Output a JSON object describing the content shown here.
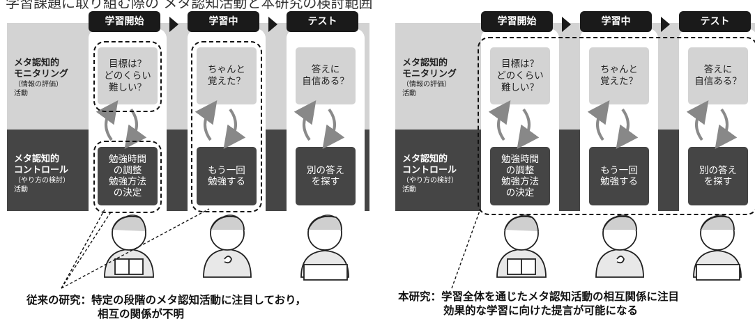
{
  "title": "学習課題に取り組む際の メタ認知活動と本研究の検討範囲",
  "stages": [
    "学習開始",
    "学習中",
    "テスト"
  ],
  "rows": {
    "monitoring": {
      "label": "メタ認知的\nモニタリング",
      "sub": "（情報の評価）\n活動"
    },
    "control": {
      "label": "メタ認知的\nコントロール",
      "sub": "（やり方の検討）\n活動"
    }
  },
  "questions": [
    "目標は？\nどのくらい\n難しい？",
    "ちゃんと\n覚えた？",
    "答えに\n自信ある？"
  ],
  "actions": [
    "勉強時間\nの調整\n勉強方法\nの決定",
    "もう一回\n勉強する",
    "別の答え\nを探す"
  ],
  "captions": {
    "previous": {
      "label": "従来の研究：",
      "line1": "特定の段階のメタ認知活動に注目しており，",
      "line2": "相互の関係が不明"
    },
    "current": {
      "label": "本研究：",
      "line1": "学習全体を通じたメタ認知活動の相互関係に注目",
      "line2": "効果的な学習に向けた提言が可能になる"
    }
  }
}
